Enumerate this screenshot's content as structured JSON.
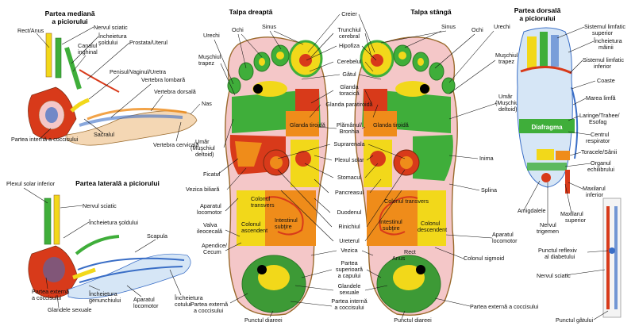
{
  "titles": {
    "medial": [
      "Partea mediană",
      "a piciorului"
    ],
    "lateral": "Partea laterală a piciorului",
    "right_sole": "Talpa dreaptă",
    "left_sole": "Talpa stângă",
    "dorsal": [
      "Partea dorsală",
      "a piciorului"
    ]
  },
  "medial_labels": {
    "rect_anus": "Rect/Anus",
    "nerv_sciatic": "Nervul sciatic",
    "incheietura": [
      "Încheietura",
      "şoldului"
    ],
    "canalul": [
      "Canalul",
      "inghinal"
    ],
    "prostata": "Prostata/Uterul",
    "penisul": "Penisul/Vaginul/Uretra",
    "vertebra_lombara": "Vertebra lombară",
    "vertebra_dorsala": "Vertebra dorsală",
    "nas": "Nas",
    "sacralul": "Sacralul",
    "vertebra_cervicala": "Vertebra cervicală",
    "interna_coccis": "Partea internă a coccisului"
  },
  "lateral_labels": {
    "plexul": "Plexul solar inferior",
    "nerv_sciatic": "Nervul sciatic",
    "incheietura": "Încheietura şoldului",
    "scapula": "Scapula",
    "externa_coccis": [
      "Partea externă",
      "a coccisului"
    ],
    "incheietura_genunchi": [
      "Încheietura",
      "genunchiului"
    ],
    "glandele": "Glandele sexuale",
    "aparatul": [
      "Aparatul",
      "locomotor"
    ],
    "cotului": [
      "Încheietura",
      "cotului"
    ]
  },
  "center_labels": {
    "creier": "Creier",
    "trunchiul": [
      "Trunchiul",
      "cerebral"
    ],
    "hipofiza": "Hipofiza",
    "cerebelul": "Cerebelul",
    "gatul": "Gâtul",
    "glanda_toracica": [
      "Glanda",
      "toracică"
    ],
    "paratiroida": "Glanda paratiroidă",
    "plamanul": [
      "Plămânul/",
      "Bronhia"
    ],
    "suprarenala": "Suprarenala",
    "plexul_solar": "Plexul solar",
    "stomacul": "Stomacul",
    "pancreasul": "Pancreasul",
    "duodenul": "Duodenul",
    "rinichiul": "Rinichiul",
    "ureterul": "Ureterul",
    "vezica": "Vezica",
    "partea_sup": [
      "Partea",
      "superioară",
      "a capului"
    ],
    "glandele": [
      "Glandele",
      "sexuale"
    ],
    "interna_coccis": [
      "Partea internă",
      "a coccisului"
    ],
    "punctul_diareei": "Punctul diareei"
  },
  "right_sole_labels": {
    "urechi": "Urechi",
    "ochi": "Ochi",
    "sinus": "Sinus",
    "muschiul_trapez": [
      "Muşchiul",
      "trapez"
    ],
    "umar": [
      "Umăr",
      "(Muşchiul",
      "deltoid)"
    ],
    "ficatul": "Ficatul",
    "vezica_biliara": "Vezica biliară",
    "aparatul": [
      "Aparatul",
      "locomotor"
    ],
    "valva": [
      "Valva",
      "ileocecală"
    ],
    "apendice": [
      "Apendice/",
      "Cecum"
    ],
    "externa_coccis": [
      "Partea externă",
      "a coccisului"
    ],
    "punctul_diareei": "Punctul diareei"
  },
  "left_sole_labels": {
    "sinus": "Sinus",
    "ochi": "Ochi",
    "urechi": "Urechi",
    "muschiul_trapez": [
      "Muşchiul",
      "trapez"
    ],
    "umar": [
      "Umăr",
      "(Muşchiul",
      "deltoid)"
    ],
    "inima": "Inima",
    "splina": "Splina",
    "aparatul": [
      "Aparatul",
      "locomotor"
    ],
    "colonul_sigmoid": "Colonul sigmoid",
    "externa_coccis": "Partea externă a coccisului",
    "rect": "Rect",
    "anus": "Anus"
  },
  "dorsal_labels": {
    "limfatic_sup": [
      "Sistemul limfatic",
      "superior"
    ],
    "incheietura_mainii": [
      "Încheietura",
      "mâinii"
    ],
    "limfatic_inf": [
      "Sistemul limfatic",
      "inferior"
    ],
    "coaste": "Coaste",
    "marea_limfa": "Marea limfă",
    "laringe": [
      "Laringe/Trahee/",
      "Esofag"
    ],
    "centrul_resp": [
      "Centrul",
      "respirator"
    ],
    "toracele": "Toracele/Sânii",
    "organul": [
      "Organul",
      "echilibrului"
    ],
    "maxilarul_inf": [
      "Maxilarul",
      "inferior"
    ],
    "amigdalele": "Amigdalele",
    "nervul_trigemen": [
      "Nervul",
      "trigemen"
    ],
    "maxilarul_sup": [
      "Maxilarul",
      "superior"
    ],
    "punctul_reflexiv": [
      "Punctul reflexiv",
      "al diabetului"
    ],
    "nervul_sciatic": "Nervul sciatic",
    "punctul_gatului": "Punctul gâtului"
  },
  "in_map_text": {
    "glanda_tiroida_r": "Glanda tiroidă",
    "glanda_tiroida_l": "Glanda tiroidă",
    "colonul_r": [
      "Colonul",
      "transvers"
    ],
    "colonul_ascendent": [
      "Colonul",
      "ascendent"
    ],
    "intestinul_r": [
      "Intestinul",
      "subţire"
    ],
    "colonul_l": "Colonul transvers",
    "intestinul_l": [
      "Intestinul",
      "subţire"
    ],
    "colonul_descendent": [
      "Colonul",
      "descendent"
    ],
    "diafragma": "Diafragma"
  },
  "colors": {
    "foot_outline": "#9a6a2c",
    "heel_green": "#3d9a36",
    "red": "#d83a1a",
    "orange": "#ef8c1a",
    "yellow": "#f2d81a",
    "green": "#3fae3a",
    "pink": "#f4c7c8",
    "blue": "#3a6ec6",
    "skin": "#f4d7b4"
  }
}
